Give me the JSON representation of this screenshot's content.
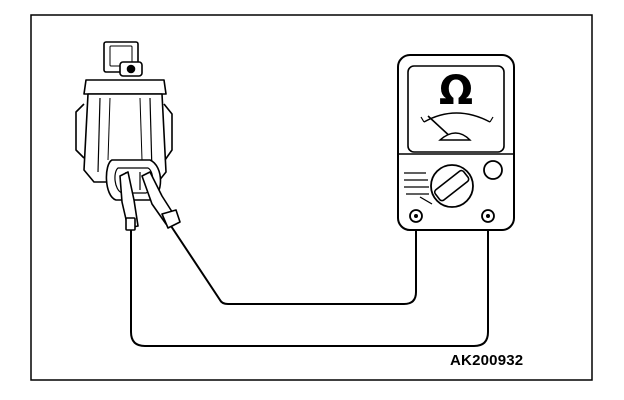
{
  "figure": {
    "code": "AK200932",
    "meter_unit_symbol": "Ω"
  },
  "components": {
    "sensor": "solenoid-valve",
    "meter": "ohmmeter",
    "probes": [
      "red-probe-lead",
      "black-probe-lead"
    ]
  },
  "colors": {
    "line": "#000000",
    "background": "#ffffff"
  }
}
